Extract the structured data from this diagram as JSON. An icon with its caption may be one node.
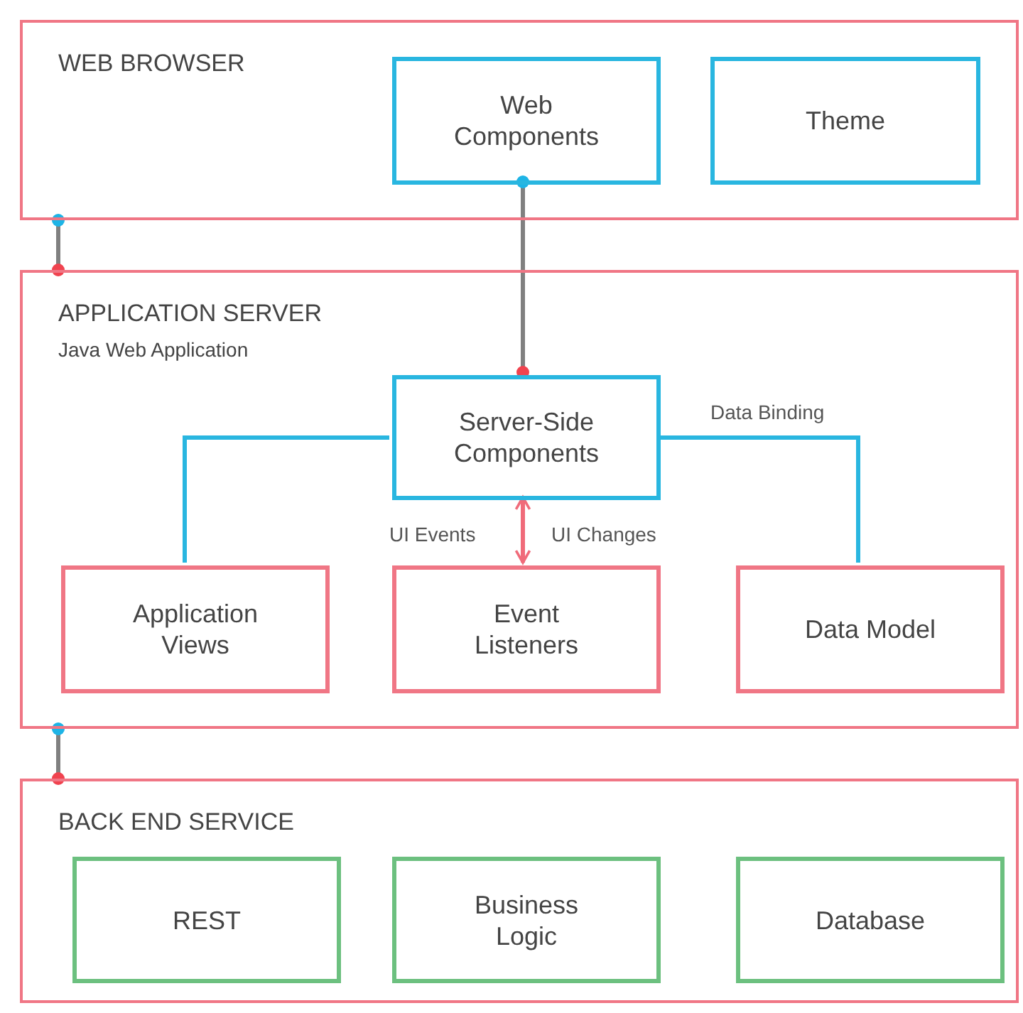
{
  "diagram": {
    "nodes": [
      {
        "text": [
          "WEB BROWSER"
        ]
      },
      {
        "text": [
          "Web Components"
        ],
        "in": 0
      },
      {
        "text": [
          "Theme"
        ],
        "in": 0
      },
      {
        "text": [
          "APPLICATION SERVER",
          "Java Web Application"
        ]
      },
      {
        "text": [
          "Server-Side Components"
        ],
        "in": 3
      },
      {
        "text": [
          "Application Views"
        ],
        "in": 3
      },
      {
        "text": [
          "Event Listeners"
        ],
        "in": 3
      },
      {
        "text": [
          "Data Model"
        ],
        "in": 3
      },
      {
        "text": [
          "BACK END SERVICE"
        ]
      },
      {
        "text": [
          "REST"
        ],
        "in": 8
      },
      {
        "text": [
          "Business Logic"
        ],
        "in": 8
      },
      {
        "text": [
          "Database"
        ],
        "in": 8
      }
    ],
    "edges": [
      {
        "from": 0,
        "to": 3,
        "arrow": "other"
      },
      {
        "from": 1,
        "to": 4,
        "arrow": "other"
      },
      {
        "from": 4,
        "to": 5,
        "arrow": "none",
        "color": "#29b6e0"
      },
      {
        "from": 4,
        "to": 7,
        "arrow": "none",
        "label": "Data Binding",
        "color": "#29b6e0"
      },
      {
        "from": 4,
        "to": 6,
        "arrow": "both",
        "label": "UI Events",
        "color": "#f06b7a"
      },
      {
        "from": 3,
        "to": 8,
        "arrow": "other"
      }
    ],
    "labels": [
      "UI Changes"
    ]
  }
}
